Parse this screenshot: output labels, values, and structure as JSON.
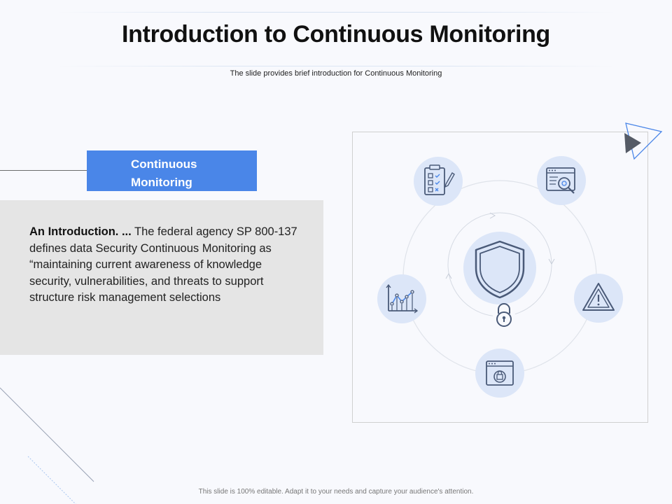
{
  "slide": {
    "title": "Introduction to Continuous Monitoring",
    "subtitle": "The slide provides brief introduction for Continuous Monitoring",
    "label": "Continuous Monitoring",
    "body_bold": "An Introduction. ...",
    "body_text": " The federal agency SP 800-137 defines data Security Continuous Monitoring as “maintaining current awareness of knowledge security, vulnerabilities, and threats to support structure risk management selections",
    "footer": "This slide is 100% editable. Adapt it to your needs and capture your audience's attention."
  },
  "diagram": {
    "center_icon": "shield-icon",
    "center_badge": "padlock-icon",
    "nodes": [
      {
        "icon": "checklist-icon"
      },
      {
        "icon": "web-search-icon"
      },
      {
        "icon": "warning-icon"
      },
      {
        "icon": "browser-lock-icon"
      },
      {
        "icon": "line-chart-icon"
      }
    ]
  },
  "colors": {
    "accent": "#4a86e8",
    "panel": "#e5e5e5",
    "icon_circle": "#dce6f8",
    "icon_stroke": "#4a5a78"
  }
}
